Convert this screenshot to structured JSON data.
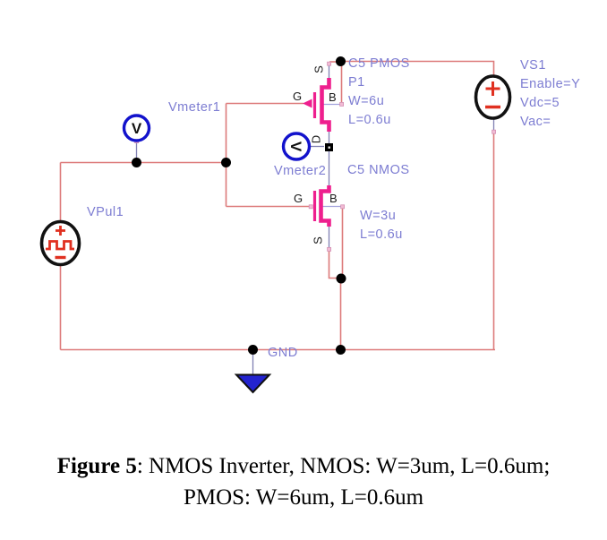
{
  "figure": {
    "caption_bold": "Figure 5",
    "caption_rest": ": NMOS Inverter, NMOS: W=3um, L=0.6um;",
    "caption_line2": "PMOS: W=6um, L=0.6um"
  },
  "schematic": {
    "colors": {
      "wire": "#dd7a7a",
      "device": "#ee1f8e",
      "label_text": "#7d7dd2",
      "meter_ring": "#1212cc",
      "source_marks": "#e03020",
      "ground_fill": "#2323cf",
      "junction": "#000000"
    },
    "components": {
      "pmos": {
        "model": "C5 PMOS",
        "designator": "P1",
        "width": "W=6u",
        "length": "L=0.6u",
        "pins": {
          "gate": "G",
          "bulk": "B",
          "source": "S",
          "drain": "D"
        }
      },
      "nmos": {
        "model": "C5 NMOS",
        "width": "W=3u",
        "length": "L=0.6u",
        "pins": {
          "gate": "G",
          "bulk": "B",
          "source": "S"
        }
      },
      "vs1": {
        "name": "VS1",
        "param1": "Enable=Y",
        "param2": "Vdc=5",
        "param3": "Vac="
      },
      "vpul1": {
        "name": "VPul1"
      },
      "vmeter1": {
        "name": "Vmeter1",
        "glyph": "V"
      },
      "vmeter2": {
        "name": "Vmeter2",
        "glyph": "V"
      },
      "gnd": {
        "label": "GND"
      }
    }
  }
}
